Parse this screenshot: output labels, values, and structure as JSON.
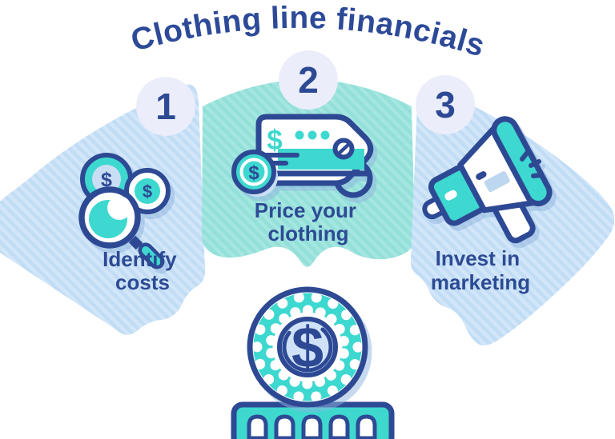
{
  "title": "Clothing line financials",
  "currency_symbol": "$",
  "colors": {
    "navy": "#2d4a94",
    "teal": "#3ed8cf",
    "stripe_blue_light": "#d3e6f9",
    "stripe_blue_dark": "#c0ddf5",
    "stripe_teal_light": "#a5e6e0",
    "stripe_teal_dark": "#93e0d9",
    "badge_background": "#ecedfa",
    "icon_light_blue": "#c9def5"
  },
  "steps": [
    {
      "number": "1",
      "label_line1": "Identify",
      "label_line2": "costs",
      "icon": "coins-magnifier-icon"
    },
    {
      "number": "2",
      "label_line1": "Price your",
      "label_line2": "clothing",
      "icon": "price-tag-icon"
    },
    {
      "number": "3",
      "label_line1": "Invest in",
      "label_line2": "marketing",
      "icon": "megaphone-icon"
    }
  ],
  "footer": {
    "icon": "dollar-coin-gear-icon"
  }
}
